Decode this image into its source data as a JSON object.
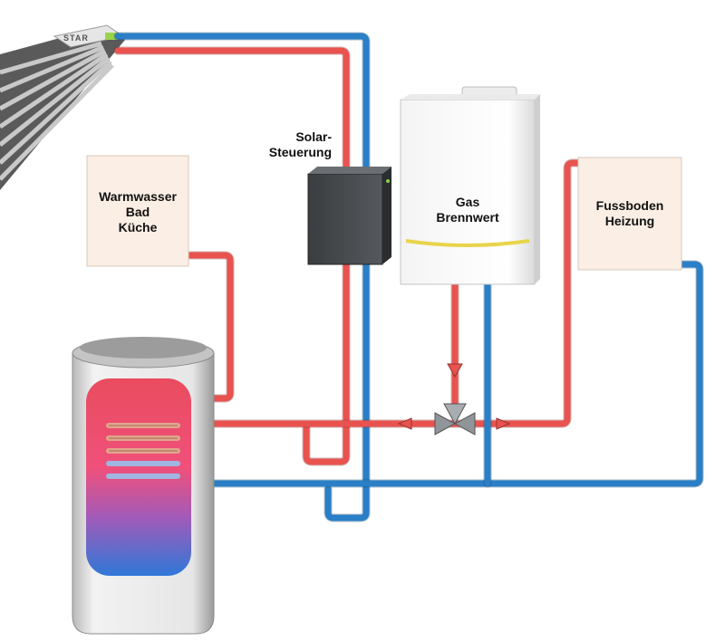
{
  "labels": {
    "warmwasser": [
      "Warmwasser",
      "Bad",
      "Küche"
    ],
    "solar_steuerung": [
      "Solar-",
      "Steuerung"
    ],
    "gas_brennwert": [
      "Gas",
      "Brennwert"
    ],
    "fussboden": [
      "Fussboden",
      "Heizung"
    ],
    "collector_brand": "STAR"
  },
  "colors": {
    "hot_pipe": "#e8534f",
    "cold_pipe": "#2a7fc6",
    "label_box": "#fbeee4",
    "tank_hot": "#e94c5f",
    "tank_cold": "#3f7fd6"
  },
  "icons": [
    "solar-collector-icon",
    "controller-icon",
    "boiler-icon",
    "three-way-valve-icon",
    "storage-tank-icon"
  ]
}
